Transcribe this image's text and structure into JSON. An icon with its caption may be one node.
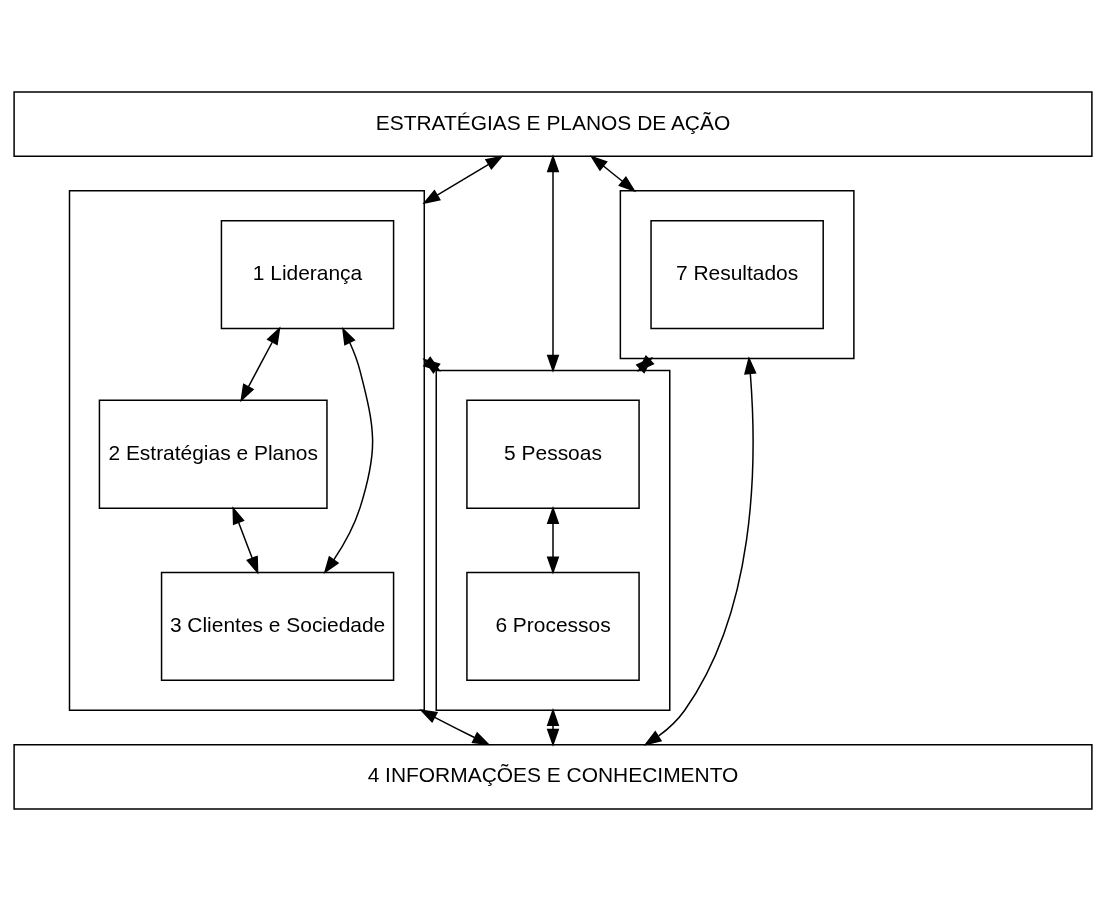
{
  "diagram": {
    "nodes": [
      {
        "text": [
          "ESTRATÉGIAS E PLANOS DE AÇÃO"
        ]
      },
      {
        "text": [],
        "shape": "box"
      },
      {
        "text": [
          "1 Liderança"
        ],
        "in": 1
      },
      {
        "text": [
          "2 Estratégias e Planos"
        ],
        "in": 1
      },
      {
        "text": [
          "3 Clientes e Sociedade"
        ],
        "in": 1
      },
      {
        "text": [],
        "shape": "box"
      },
      {
        "text": [
          "5 Pessoas"
        ],
        "in": 5
      },
      {
        "text": [
          "6 Processos"
        ],
        "in": 5
      },
      {
        "text": [],
        "shape": "box"
      },
      {
        "text": [
          "7 Resultados"
        ],
        "in": 8
      },
      {
        "text": [
          "4 INFORMAÇÕES E CONHECIMENTO"
        ]
      }
    ],
    "edges": [
      {
        "from": 0,
        "to": 1,
        "arrow": "both"
      },
      {
        "from": 0,
        "to": 5,
        "arrow": "both"
      },
      {
        "from": 0,
        "to": 8,
        "arrow": "both"
      },
      {
        "from": 2,
        "to": 3,
        "arrow": "both"
      },
      {
        "from": 3,
        "to": 4,
        "arrow": "both"
      },
      {
        "from": 2,
        "to": 4,
        "arrow": "both"
      },
      {
        "from": 6,
        "to": 7,
        "arrow": "both"
      },
      {
        "from": 1,
        "to": 5,
        "arrow": "both"
      },
      {
        "from": 5,
        "to": 8,
        "arrow": "both"
      },
      {
        "from": 1,
        "to": 10,
        "arrow": "both"
      },
      {
        "from": 5,
        "to": 10,
        "arrow": "both"
      },
      {
        "from": 8,
        "to": 10,
        "arrow": "both"
      }
    ]
  }
}
